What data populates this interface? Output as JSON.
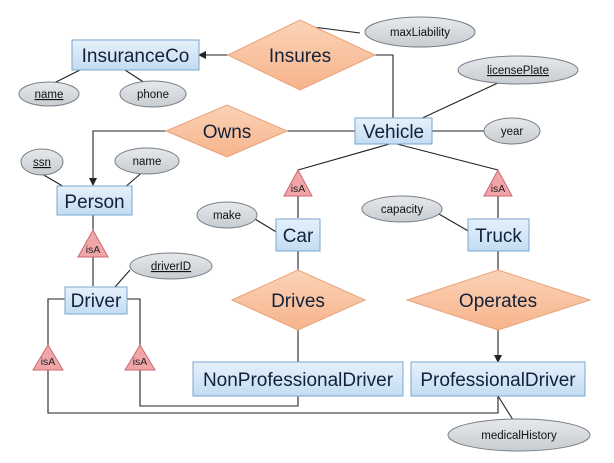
{
  "diagram": {
    "entities": {
      "insuranceco": "InsuranceCo",
      "vehicle": "Vehicle",
      "person": "Person",
      "car": "Car",
      "truck": "Truck",
      "driver": "Driver",
      "nonprof": "NonProfessionalDriver",
      "prof": "ProfessionalDriver"
    },
    "relationships": {
      "insures": "Insures",
      "owns": "Owns",
      "drives": "Drives",
      "operates": "Operates"
    },
    "attributes": {
      "maxliability": "maxLiability",
      "name_ins": "name",
      "phone": "phone",
      "licenseplate": "licensePlate",
      "year": "year",
      "ssn": "ssn",
      "name_person": "name",
      "make": "make",
      "capacity": "capacity",
      "driverid": "driverID",
      "medicalhistory": "medicalHistory"
    },
    "isa_label": "isA"
  },
  "colors": {
    "entity_fill": "#d7e8f7",
    "entity_stroke": "#7aa6cf",
    "relationship_fill": "#f8c4a0",
    "relationship_stroke": "#e8a27a",
    "attribute_fill": "#d8dce0",
    "attribute_stroke": "#7a7f85",
    "isa_fill": "#f2a5a8",
    "isa_stroke": "#c86a6e"
  }
}
